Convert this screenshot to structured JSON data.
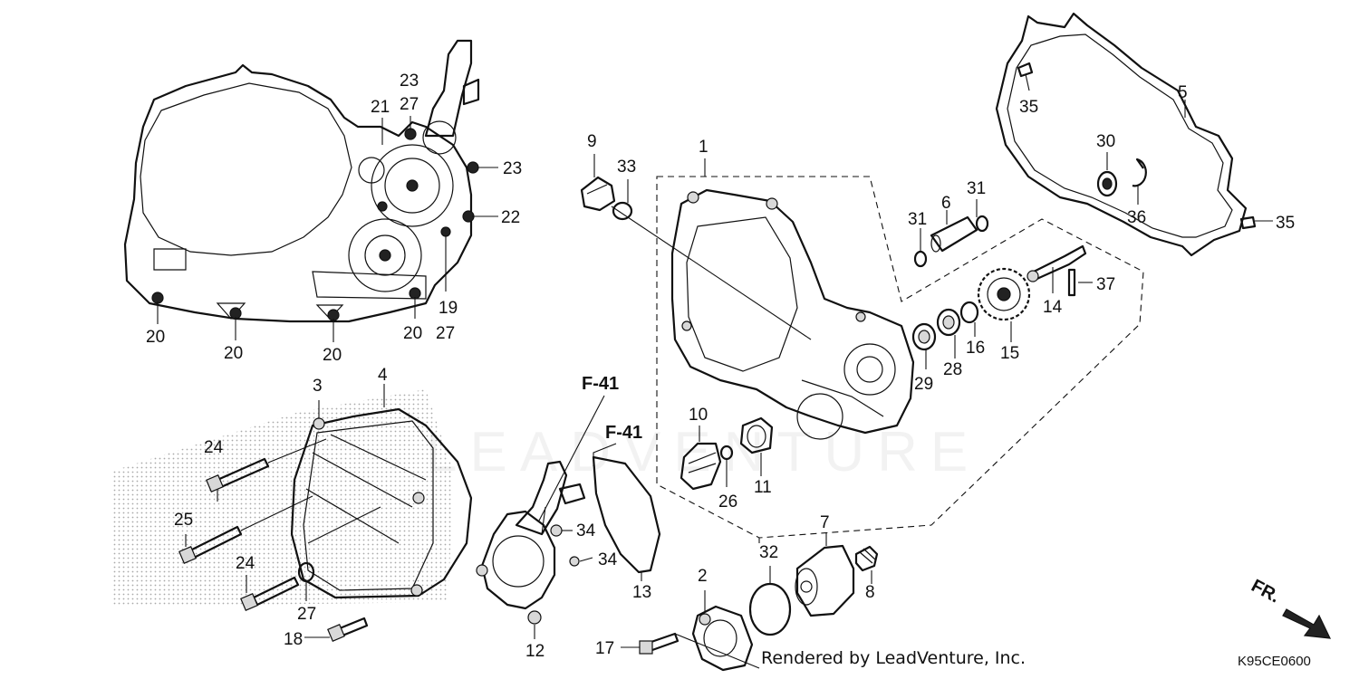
{
  "diagram": {
    "callouts": [
      {
        "id": "c1",
        "text": "1"
      },
      {
        "id": "c2",
        "text": "2"
      },
      {
        "id": "c3",
        "text": "3"
      },
      {
        "id": "c4",
        "text": "4"
      },
      {
        "id": "c5",
        "text": "5"
      },
      {
        "id": "c6",
        "text": "6"
      },
      {
        "id": "c7",
        "text": "7"
      },
      {
        "id": "c8",
        "text": "8"
      },
      {
        "id": "c9",
        "text": "9"
      },
      {
        "id": "c10",
        "text": "10"
      },
      {
        "id": "c11",
        "text": "11"
      },
      {
        "id": "c12",
        "text": "12"
      },
      {
        "id": "c13",
        "text": "13"
      },
      {
        "id": "c14",
        "text": "14"
      },
      {
        "id": "c15",
        "text": "15"
      },
      {
        "id": "c16",
        "text": "16"
      },
      {
        "id": "c17",
        "text": "17"
      },
      {
        "id": "c18",
        "text": "18"
      },
      {
        "id": "c19",
        "text": "19"
      },
      {
        "id": "c20a",
        "text": "20"
      },
      {
        "id": "c20b",
        "text": "20"
      },
      {
        "id": "c20c",
        "text": "20"
      },
      {
        "id": "c20d",
        "text": "20"
      },
      {
        "id": "c21",
        "text": "21"
      },
      {
        "id": "c22",
        "text": "22"
      },
      {
        "id": "c23a",
        "text": "23"
      },
      {
        "id": "c23b",
        "text": "23"
      },
      {
        "id": "c24a",
        "text": "24"
      },
      {
        "id": "c24b",
        "text": "24"
      },
      {
        "id": "c25",
        "text": "25"
      },
      {
        "id": "c26",
        "text": "26"
      },
      {
        "id": "c27a",
        "text": "27"
      },
      {
        "id": "c27b",
        "text": "27"
      },
      {
        "id": "c27c",
        "text": "27"
      },
      {
        "id": "c28",
        "text": "28"
      },
      {
        "id": "c29",
        "text": "29"
      },
      {
        "id": "c30",
        "text": "30"
      },
      {
        "id": "c31a",
        "text": "31"
      },
      {
        "id": "c31b",
        "text": "31"
      },
      {
        "id": "c32",
        "text": "32"
      },
      {
        "id": "c33",
        "text": "33"
      },
      {
        "id": "c34a",
        "text": "34"
      },
      {
        "id": "c34b",
        "text": "34"
      },
      {
        "id": "c35a",
        "text": "35"
      },
      {
        "id": "c35b",
        "text": "35"
      },
      {
        "id": "c36",
        "text": "36"
      },
      {
        "id": "c37",
        "text": "37"
      }
    ],
    "references": {
      "f41_upper": "F-41",
      "f41_lower": "F-41",
      "front_arrow": "FR."
    },
    "watermark": "LEADVENTURE",
    "credit": "Rendered by LeadVenture, Inc.",
    "diagram_code": "K95CE0600"
  }
}
